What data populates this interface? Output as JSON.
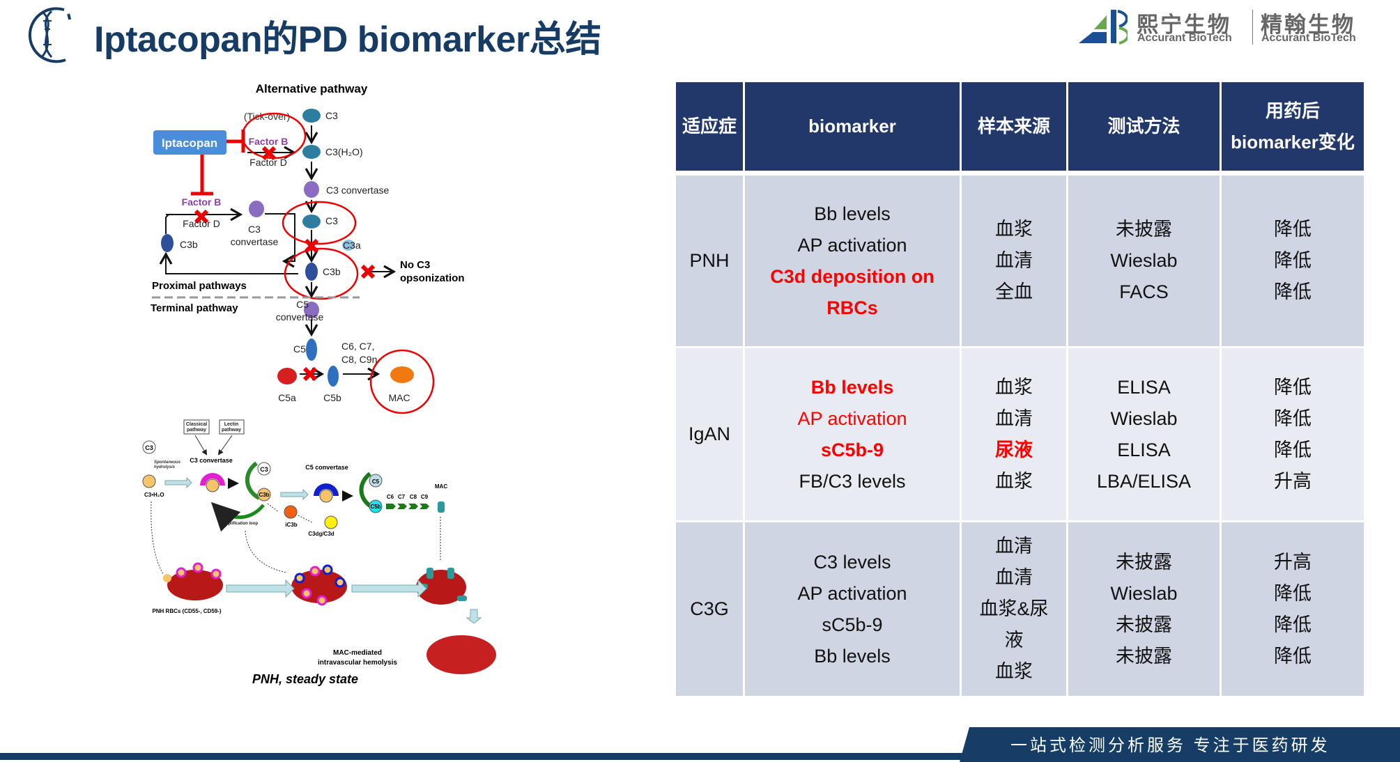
{
  "header": {
    "title": "Iptacopan的PD biomarker总结",
    "brand1_cn": "熙宁生物",
    "brand1_en": "Accurant BioTech",
    "brand2_cn": "精翰生物",
    "brand2_en": "Accurant BioTech"
  },
  "diagram_top": {
    "title": "Alternative pathway",
    "drug": "Iptacopan",
    "tick_over": "(Tick-over)",
    "factor_b": "Factor B",
    "factor_d": "Factor D",
    "c3": "C3",
    "c3h2o": "C3(H₂O)",
    "c3_convertase": "C3 convertase",
    "c3a": "C3a",
    "c3b": "C3b",
    "conv_c3": "C3",
    "convertase": "convertase",
    "no_c3": "No C3",
    "opsonization": "opsonization",
    "proximal": "Proximal pathways",
    "terminal": "Terminal pathway",
    "c5": "C5",
    "c5a": "C5a",
    "c5b": "C5b",
    "c6c7": "C6, C7,",
    "c8c9": "C8, C9n",
    "mac": "MAC"
  },
  "diagram_bottom": {
    "classical1": "Classical",
    "classical2": "pathway",
    "lectin1": "Lectin",
    "lectin2": "pathway",
    "c3": "C3",
    "spont1": "Spontaneous",
    "spont2": "hydrolysis",
    "c3h2o": "C3•H₂O",
    "c3_convertase": "C3 convertase",
    "c3b": "C3b",
    "c5_convertase": "C5 convertase",
    "c5": "C5",
    "c5b": "C5b",
    "c6": "C6",
    "c7": "C7",
    "c8": "C8",
    "c9": "C9",
    "mac": "MAC",
    "ic3b": "iC3b",
    "c3dg": "C3dg/C3d",
    "amp_loop": "Amplification loop",
    "pnh_rbcs": "PNH RBCs (CD55-, CD59-)",
    "mac_mediated": "MAC-mediated",
    "hemolysis": "intravascular hemolysis",
    "caption": "PNH, steady state"
  },
  "table": {
    "headers": [
      "适应症",
      "biomarker",
      "样本来源",
      "测试方法",
      "用药后",
      "biomarker变化"
    ],
    "rows": [
      {
        "indication": "PNH",
        "biomarkers": [
          {
            "text": "Bb levels",
            "style": "normal"
          },
          {
            "text": "AP activation",
            "style": "normal"
          },
          {
            "text": "C3d deposition on RBCs",
            "style": "bold-red"
          }
        ],
        "samples": [
          {
            "text": "血浆",
            "style": "normal"
          },
          {
            "text": "血清",
            "style": "normal"
          },
          {
            "text": "全血",
            "style": "normal"
          }
        ],
        "methods": [
          "未披露",
          "Wieslab",
          "FACS"
        ],
        "changes": [
          "降低",
          "降低",
          "降低"
        ]
      },
      {
        "indication": "IgAN",
        "biomarkers": [
          {
            "text": "Bb levels",
            "style": "bold-red"
          },
          {
            "text": "AP activation",
            "style": "red"
          },
          {
            "text": "sC5b-9",
            "style": "bold-red"
          },
          {
            "text": "FB/C3 levels",
            "style": "normal"
          }
        ],
        "samples": [
          {
            "text": "血浆",
            "style": "normal"
          },
          {
            "text": "血清",
            "style": "normal"
          },
          {
            "text": "尿液",
            "style": "bold-red"
          },
          {
            "text": "血浆",
            "style": "normal"
          }
        ],
        "methods": [
          "ELISA",
          "Wieslab",
          "ELISA",
          "LBA/ELISA"
        ],
        "changes": [
          "降低",
          "降低",
          "降低",
          "升高"
        ]
      },
      {
        "indication": "C3G",
        "biomarkers": [
          {
            "text": "C3 levels",
            "style": "normal"
          },
          {
            "text": "AP activation",
            "style": "normal"
          },
          {
            "text": "sC5b-9",
            "style": "normal"
          },
          {
            "text": "Bb levels",
            "style": "normal"
          }
        ],
        "samples": [
          {
            "text": "血清",
            "style": "normal"
          },
          {
            "text": "血清",
            "style": "normal"
          },
          {
            "text": "血浆&尿液",
            "style": "normal"
          },
          {
            "text": "血浆",
            "style": "normal"
          }
        ],
        "methods": [
          "未披露",
          "Wieslab",
          "未披露",
          "未披露"
        ],
        "changes": [
          "升高",
          "降低",
          "降低",
          "降低"
        ]
      }
    ]
  },
  "footer": {
    "slogan": "一站式检测分析服务  专注于医药研发"
  },
  "colors": {
    "title": "#163c66",
    "header_bg": "#22386a",
    "row_dark": "#cfd5e2",
    "row_light": "#e8ebf1",
    "highlight": "#ff0000",
    "footer": "#153d66"
  }
}
